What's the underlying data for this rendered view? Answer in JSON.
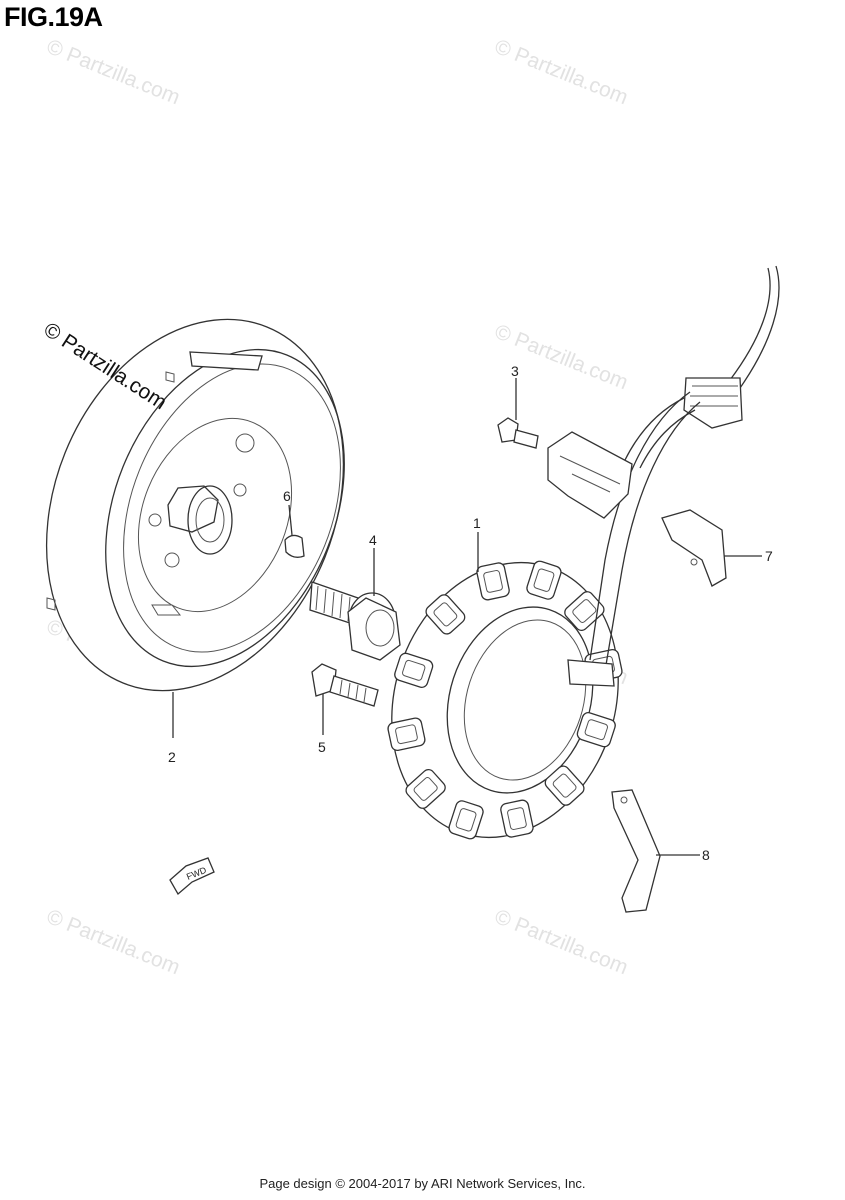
{
  "figure": {
    "title": "FIG.19A"
  },
  "watermark": {
    "text": "© Partzilla.com"
  },
  "callouts": [
    "1",
    "2",
    "3",
    "4",
    "5",
    "6",
    "7",
    "8"
  ],
  "fwd_label": "FWD",
  "footer": {
    "text": "Page design © 2004-2017 by ARI Network Services, Inc."
  }
}
